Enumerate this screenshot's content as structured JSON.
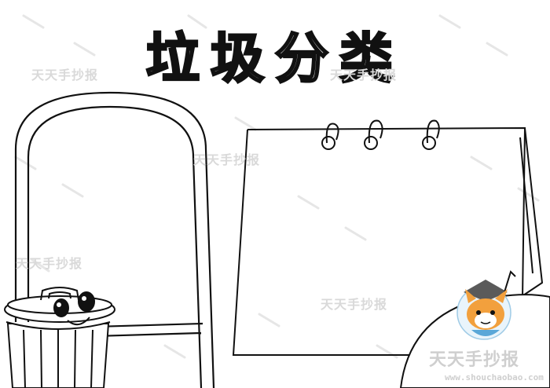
{
  "title": "垃圾分类",
  "watermarks": {
    "w1": "天天手抄报",
    "w2": "天天手抄报",
    "w3": "天天手抄报",
    "w4": "天天手抄报",
    "w5": "天天手抄报",
    "brand": "天天手抄报",
    "url": "www.shouchaobao.com"
  },
  "colors": {
    "line": "#111111",
    "watermark": "#d9d9d9",
    "mascot_orange": "#f2a03d",
    "mascot_blue": "#5aa7d8"
  }
}
